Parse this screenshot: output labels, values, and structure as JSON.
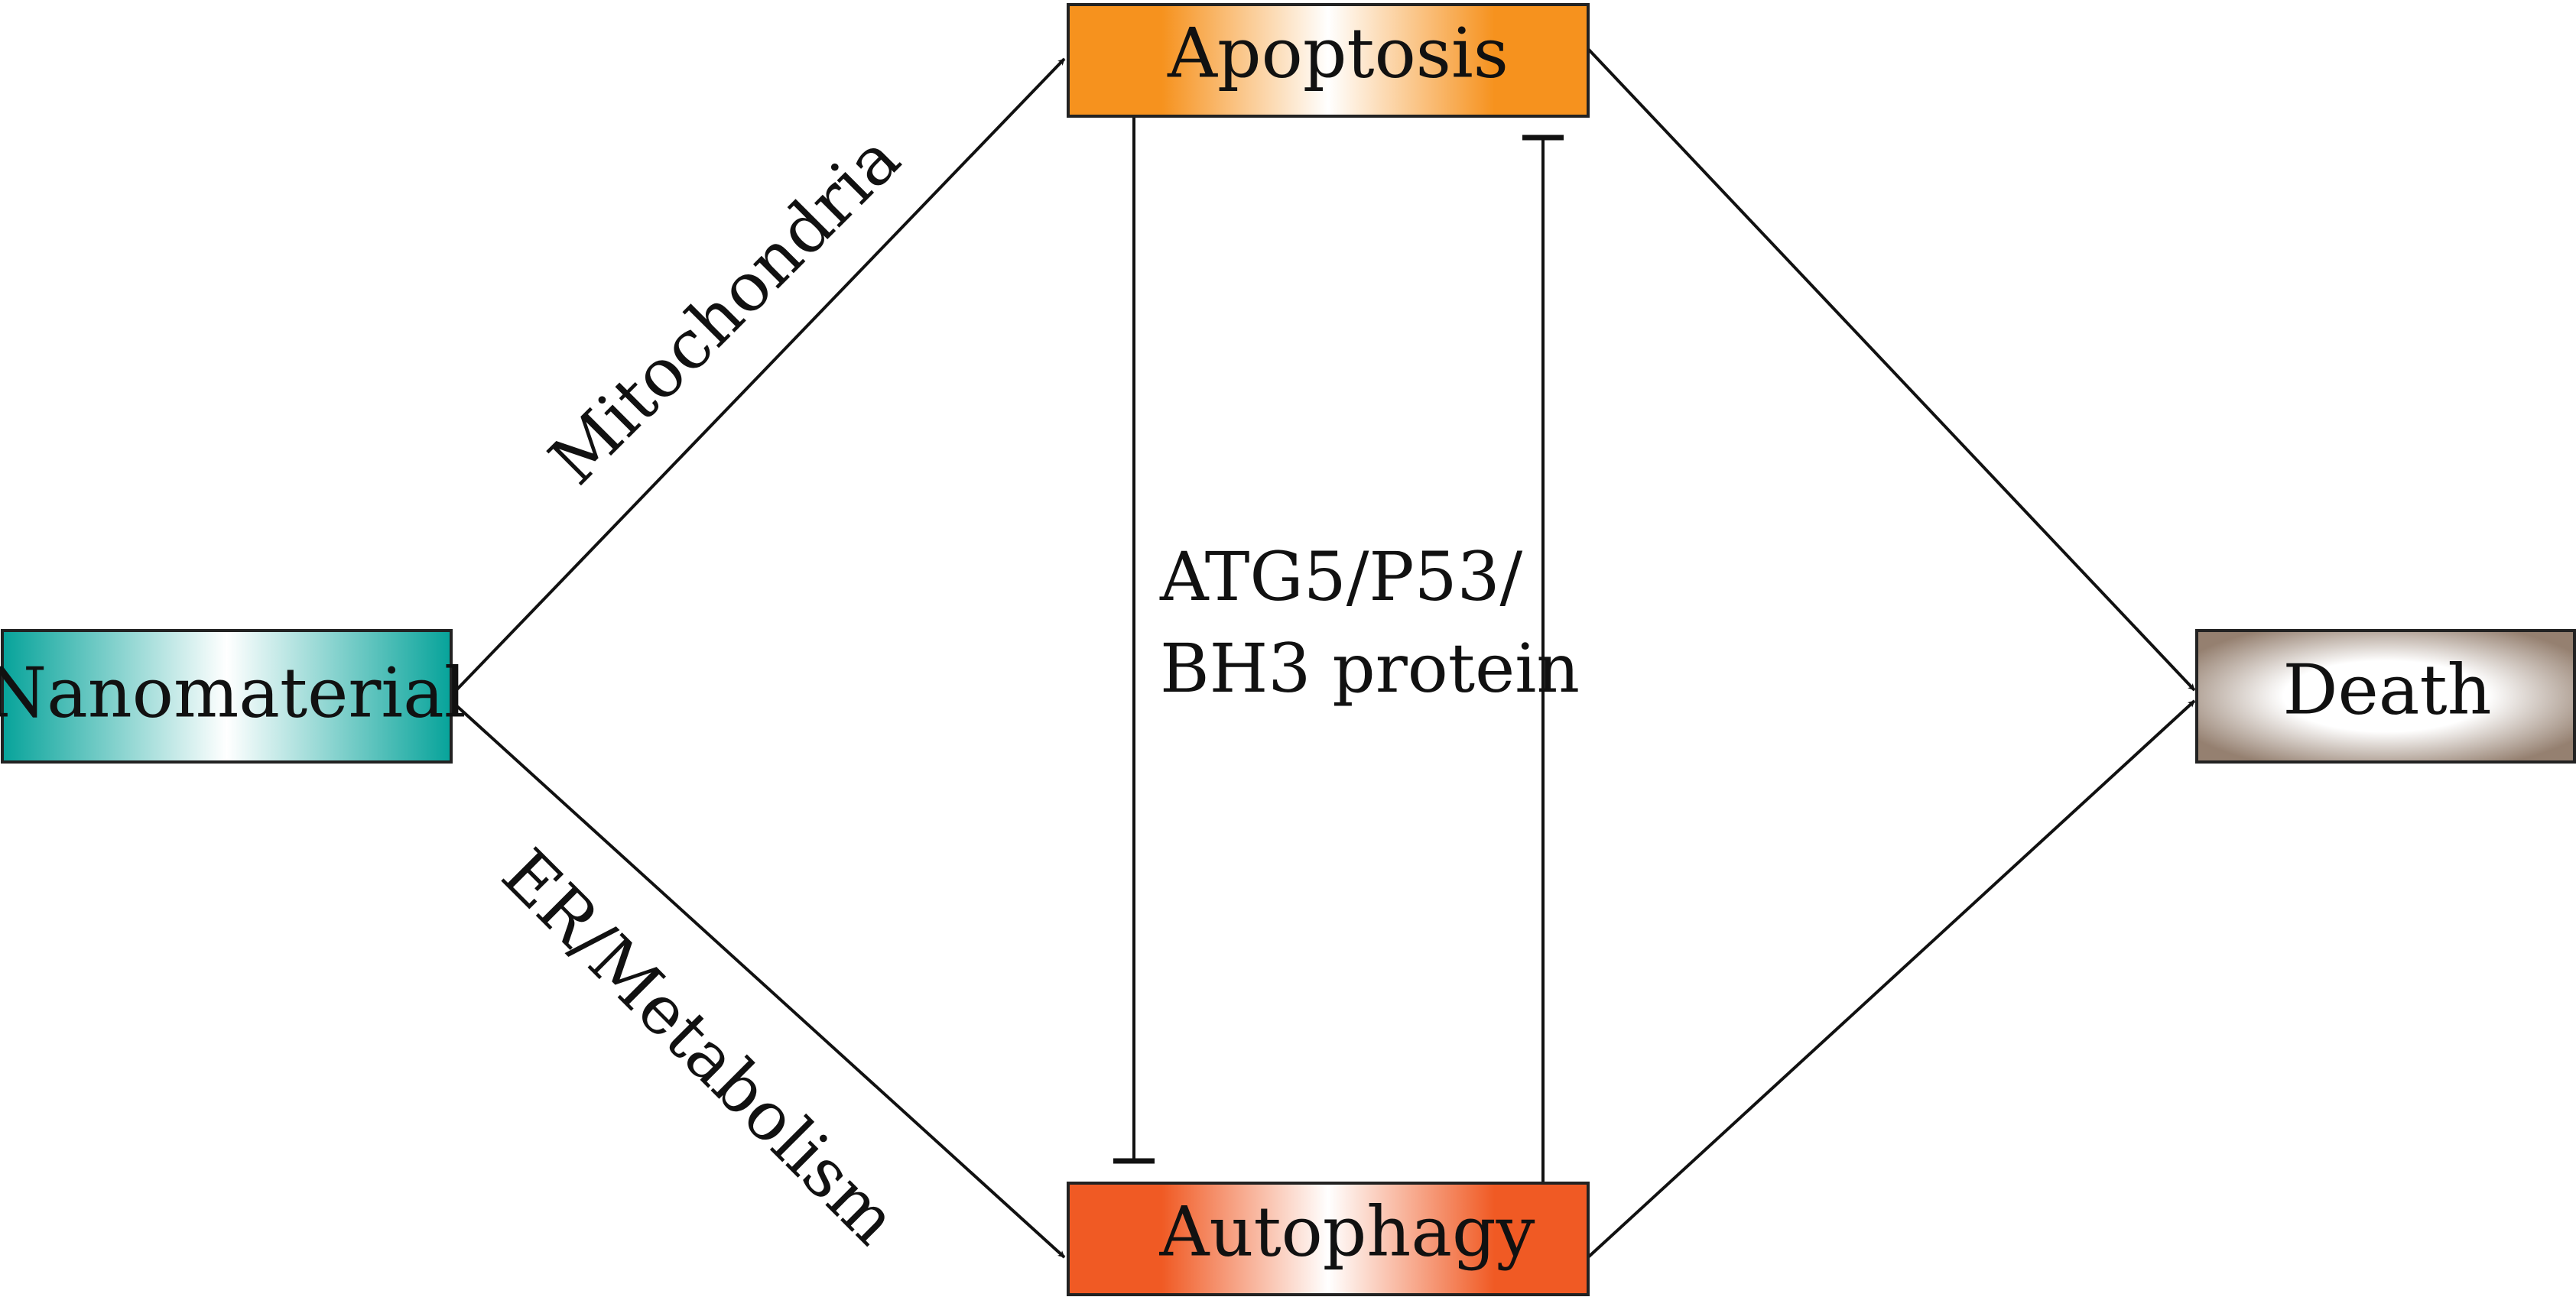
{
  "nodes": {
    "nanomaterial": {
      "label": "Nanomaterial",
      "color": "#06a39a"
    },
    "apoptosis": {
      "label": "Apoptosis",
      "color": "#f6921e"
    },
    "autophagy": {
      "label": "Autophagy",
      "color": "#f05a24"
    },
    "death": {
      "label": "Death",
      "color": "#958070"
    }
  },
  "edges": {
    "mitochondria": {
      "label": "Mitochondria",
      "type": "activation",
      "from": "nanomaterial",
      "to": "apoptosis"
    },
    "er_metabolism": {
      "label": "ER/Metabolism",
      "type": "activation",
      "from": "nanomaterial",
      "to": "autophagy"
    },
    "apoptosis_death": {
      "type": "activation",
      "from": "apoptosis",
      "to": "death"
    },
    "autophagy_death": {
      "type": "activation",
      "from": "autophagy",
      "to": "death"
    },
    "apoptosis_inhibits_autophagy": {
      "type": "inhibition",
      "from": "apoptosis",
      "to": "autophagy"
    },
    "autophagy_inhibits_apoptosis": {
      "type": "inhibition",
      "from": "autophagy",
      "to": "apoptosis"
    }
  },
  "crosstalk": {
    "line1": "ATG5/P53/",
    "line2": "BH3 protein"
  }
}
